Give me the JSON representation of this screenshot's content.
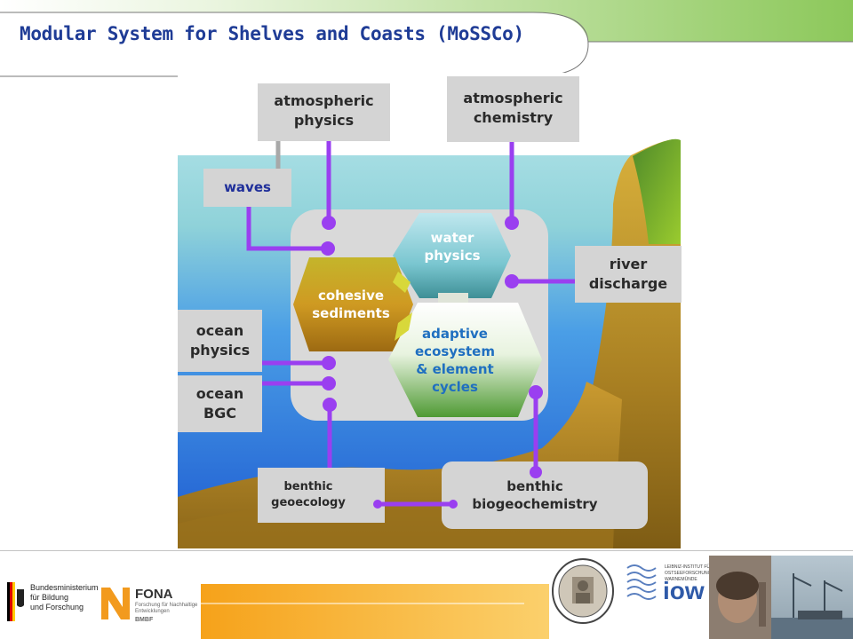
{
  "title": "Modular System for Shelves and Coasts (MoSSCo)",
  "diagram": {
    "external": {
      "atmospheric_physics": "atmospheric physics",
      "atmospheric_chemistry": "atmospheric chemistry",
      "waves": "waves",
      "river_discharge": "river discharge",
      "ocean_physics": "ocean physics",
      "ocean_bgc": "ocean BGC",
      "benthic_geoecology": "benthic geoecology",
      "benthic_biogeochemistry": "benthic biogeochemistry"
    },
    "core": {
      "water_physics": "water physics",
      "cohesive_sediments": "cohesive sediments",
      "adaptive_ecosystem": "adaptive ecosystem & element cycles"
    }
  },
  "footer": {
    "bmbf_line1": "Bundesministerium",
    "bmbf_line2": "für Bildung",
    "bmbf_line3": "und Forschung",
    "fona_name": "FONA",
    "fona_sub1": "Forschung für Nachhaltige",
    "fona_sub2": "Entwicklungen",
    "fona_bmbf": "BMBF",
    "iow_small1": "LEIBNIZ-INSTITUT FÜR",
    "iow_small2": "OSTSEEFORSCHUNG",
    "iow_small3": "WARNEMÜNDE",
    "iow_name": "iow"
  },
  "colors": {
    "title": "#1f3c96",
    "connector": "#9a3ff0",
    "waves_text": "#1f2f9a",
    "ecosystem_text": "#1f6fc0",
    "green_band": "#6cc24a"
  }
}
